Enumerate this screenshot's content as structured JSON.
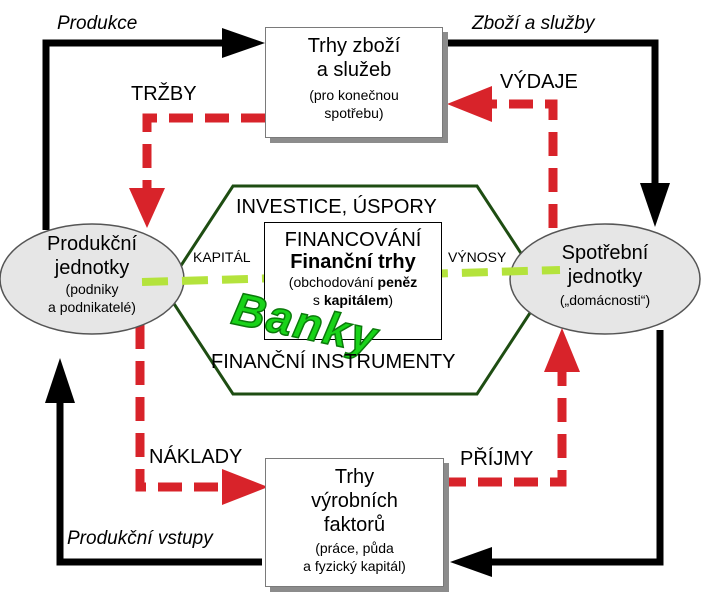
{
  "flows": {
    "production": "Produkce",
    "goods_services": "Zboží a služby",
    "revenues": "TRŽBY",
    "expenses": "VÝDAJE",
    "costs": "NÁKLADY",
    "incomes": "PŘÍJMY",
    "production_inputs": "Produkční vstupy",
    "capital": "KAPITÁL",
    "yields": "VÝNOSY"
  },
  "goods_market": {
    "title_line1": "Trhy zboží",
    "title_line2": "a služeb",
    "sub_line1": "(pro konečnou",
    "sub_line2": "spotřebu)"
  },
  "factor_market": {
    "title_line1": "Trhy",
    "title_line2": "výrobních",
    "title_line3": "faktorů",
    "sub_line1": "(práce, půda",
    "sub_line2": "a fyzický kapitál)"
  },
  "producers": {
    "title_line1": "Produkční",
    "title_line2": "jednotky",
    "sub_line1": "(podniky",
    "sub_line2": "a podnikatelé)"
  },
  "consumers": {
    "title_line1": "Spotřební",
    "title_line2": "jednotky",
    "sub_line1": "(„domácnosti“)"
  },
  "financial": {
    "investment_savings": "INVESTICE, ÚSPORY",
    "financing": "FINANCOVÁNÍ",
    "markets_title": "Finanční trhy",
    "trade_prefix": "(obchodování",
    "trade_money": "peněz",
    "trade_with": "s",
    "trade_capital": "kapitálem",
    "trade_close": ")",
    "banks": "Banky",
    "instruments": "FINANČNÍ INSTRUMENTY"
  },
  "colors": {
    "flow_physical": "#000000",
    "flow_money": "#d8232a",
    "flow_capital": "#b4e33c",
    "hexagon": "#1e4d12",
    "banks_fill": "#19d319",
    "banks_outline": "#0a8a0a",
    "node_fill": "#e6e6e6"
  }
}
